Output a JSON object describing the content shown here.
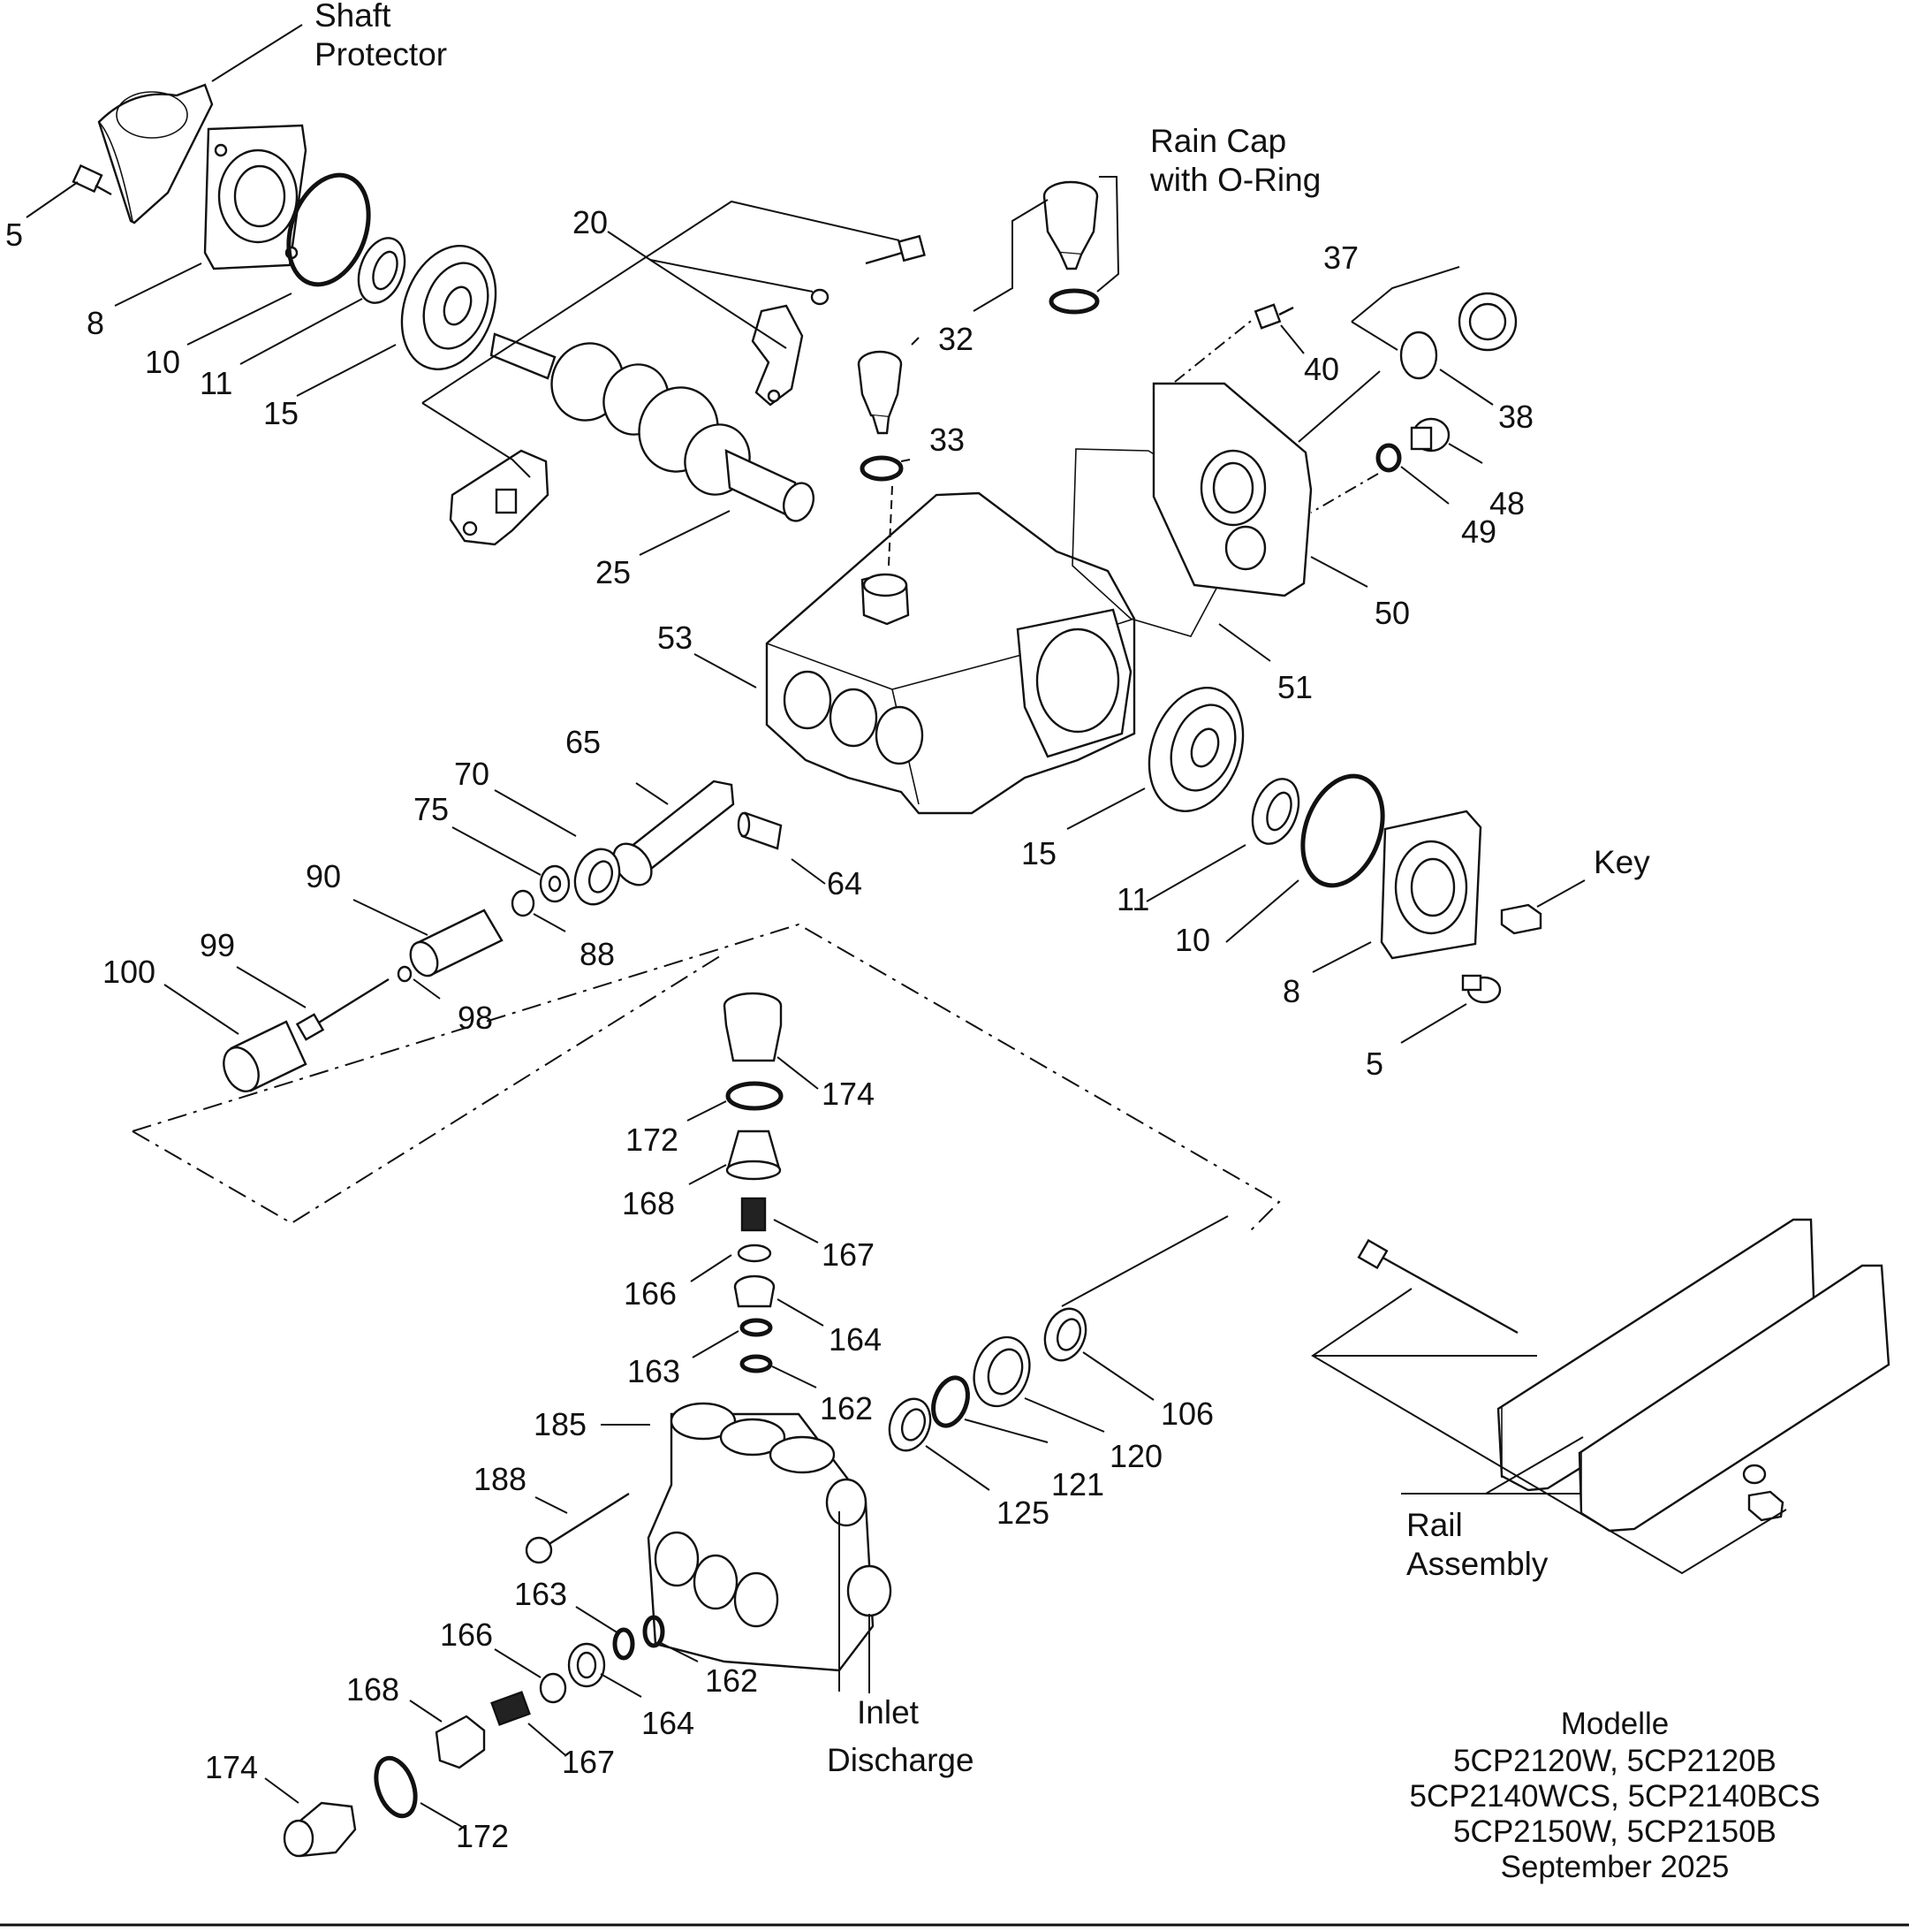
{
  "labels": {
    "shaft_protector": [
      "Shaft",
      "Protector"
    ],
    "rain_cap": [
      "Rain Cap",
      "with O-Ring"
    ],
    "key": "Key",
    "rail_assembly": [
      "Rail",
      "Assembly"
    ],
    "inlet": "Inlet",
    "discharge": "Discharge",
    "p5_top": "5",
    "p8_top": "8",
    "p10_top": "10",
    "p11_top": "11",
    "p15_top": "15",
    "p20": "20",
    "p25": "25",
    "p32": "32",
    "p33": "33",
    "p37": "37",
    "p38": "38",
    "p40": "40",
    "p48": "48",
    "p49": "49",
    "p50": "50",
    "p51": "51",
    "p53": "53",
    "p64": "64",
    "p65": "65",
    "p70": "70",
    "p75": "75",
    "p88": "88",
    "p90": "90",
    "p98": "98",
    "p99": "99",
    "p100": "100",
    "p15_right": "15",
    "p11_right": "11",
    "p10_right": "10",
    "p8_right": "8",
    "p5_right": "5",
    "p174_top": "174",
    "p172_top": "172",
    "p168_top": "168",
    "p167_top": "167",
    "p166_top": "166",
    "p164_top": "164",
    "p163_top": "163",
    "p162_top": "162",
    "p185": "185",
    "p188": "188",
    "p106": "106",
    "p120": "120",
    "p121": "121",
    "p125": "125",
    "p163_bottom": "163",
    "p162_bottom": "162",
    "p166_bottom": "166",
    "p164_bottom": "164",
    "p168_bottom": "168",
    "p167_bottom": "167",
    "p174_bottom": "174",
    "p172_bottom": "172"
  },
  "model_note": {
    "title": "Modelle",
    "line1": "5CP2120W, 5CP2120B",
    "line2": "5CP2140WCS, 5CP2140BCS",
    "line3": "5CP2150W, 5CP2150B",
    "date": "September 2025"
  },
  "colors": {
    "ink": "#111111",
    "background": "#ffffff"
  }
}
